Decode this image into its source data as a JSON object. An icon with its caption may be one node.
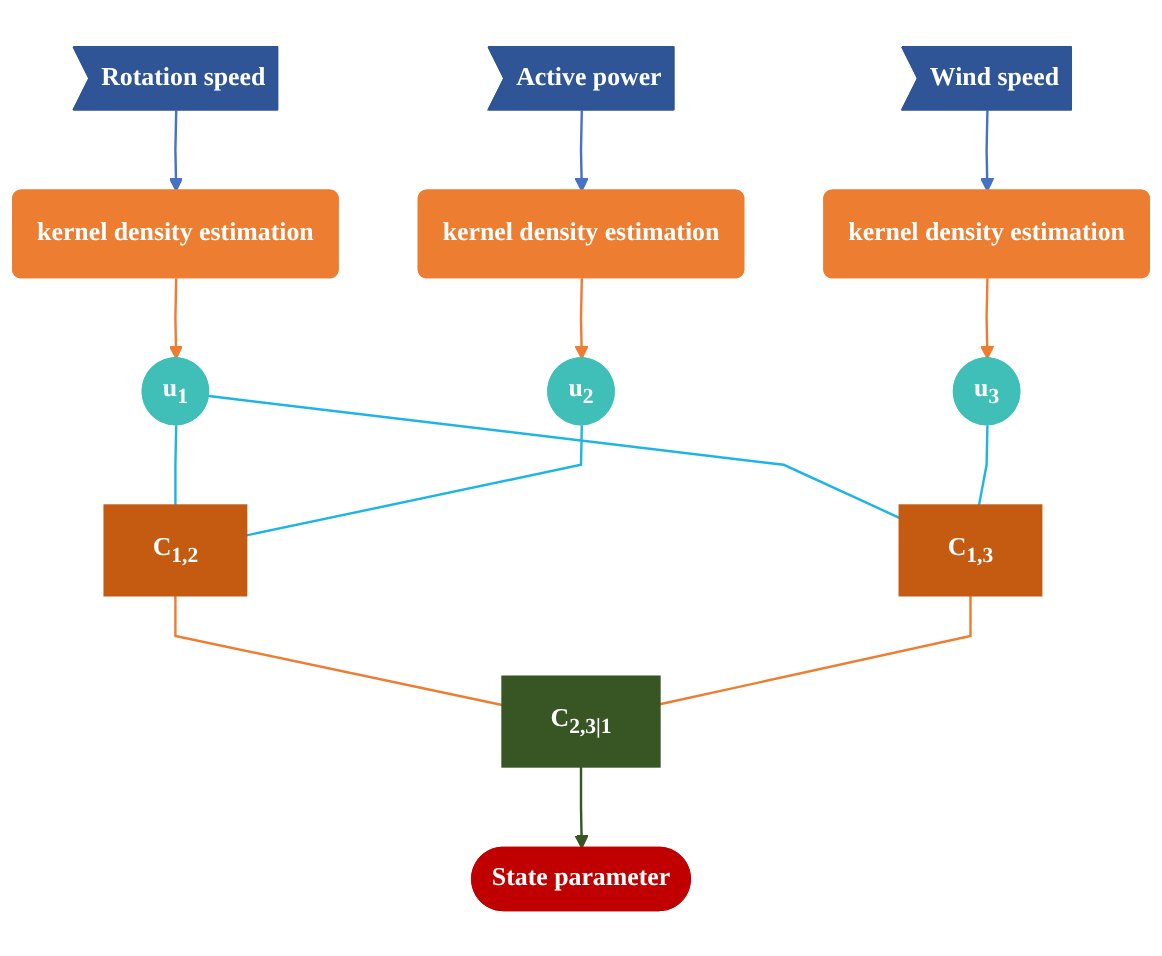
{
  "diagram": {
    "nodes": [
      {
        "text": [
          "Rotation speed"
        ]
      },
      {
        "text": [
          "Active power"
        ]
      },
      {
        "text": [
          "Wind speed"
        ]
      },
      {
        "text": [
          "kernel density estimation"
        ]
      },
      {
        "text": [
          "kernel density estimation"
        ]
      },
      {
        "text": [
          "kernel density estimation"
        ]
      },
      {
        "text": [
          "u$_{1}$"
        ]
      },
      {
        "text": [
          "u$_{2}$"
        ]
      },
      {
        "text": [
          "u$_{3}$"
        ]
      },
      {
        "text": [
          "C$_{1,2}$"
        ]
      },
      {
        "text": [
          "C$_{1,3}$"
        ]
      },
      {
        "text": [
          "C$_{2,3|1}$"
        ]
      },
      {
        "text": [
          "State parameter"
        ]
      }
    ],
    "edges": [
      {
        "from": 0,
        "to": 3,
        "arrow": "to",
        "color": "#4472c4"
      },
      {
        "from": 1,
        "to": 4,
        "arrow": "to",
        "color": "#4472c4"
      },
      {
        "from": 2,
        "to": 5,
        "arrow": "to",
        "color": "#4472c4"
      },
      {
        "from": 3,
        "to": 6,
        "arrow": "to"
      },
      {
        "from": 4,
        "to": 7,
        "arrow": "to"
      },
      {
        "from": 5,
        "to": 8,
        "arrow": "to"
      },
      {
        "from": 6,
        "to": 9,
        "arrow": "none",
        "color": "#1eb4e6"
      },
      {
        "from": 7,
        "to": 9,
        "arrow": "none",
        "color": "#1eb4e6"
      },
      {
        "from": 6,
        "to": 10,
        "arrow": "none",
        "color": "#1eb4e6"
      },
      {
        "from": 8,
        "to": 10,
        "arrow": "none",
        "color": "#1eb4e6"
      },
      {
        "from": 9,
        "to": 11,
        "arrow": "none"
      },
      {
        "from": 10,
        "to": 11,
        "arrow": "none"
      },
      {
        "from": 11,
        "to": 12,
        "arrow": "to",
        "color": "#375623"
      }
    ]
  }
}
